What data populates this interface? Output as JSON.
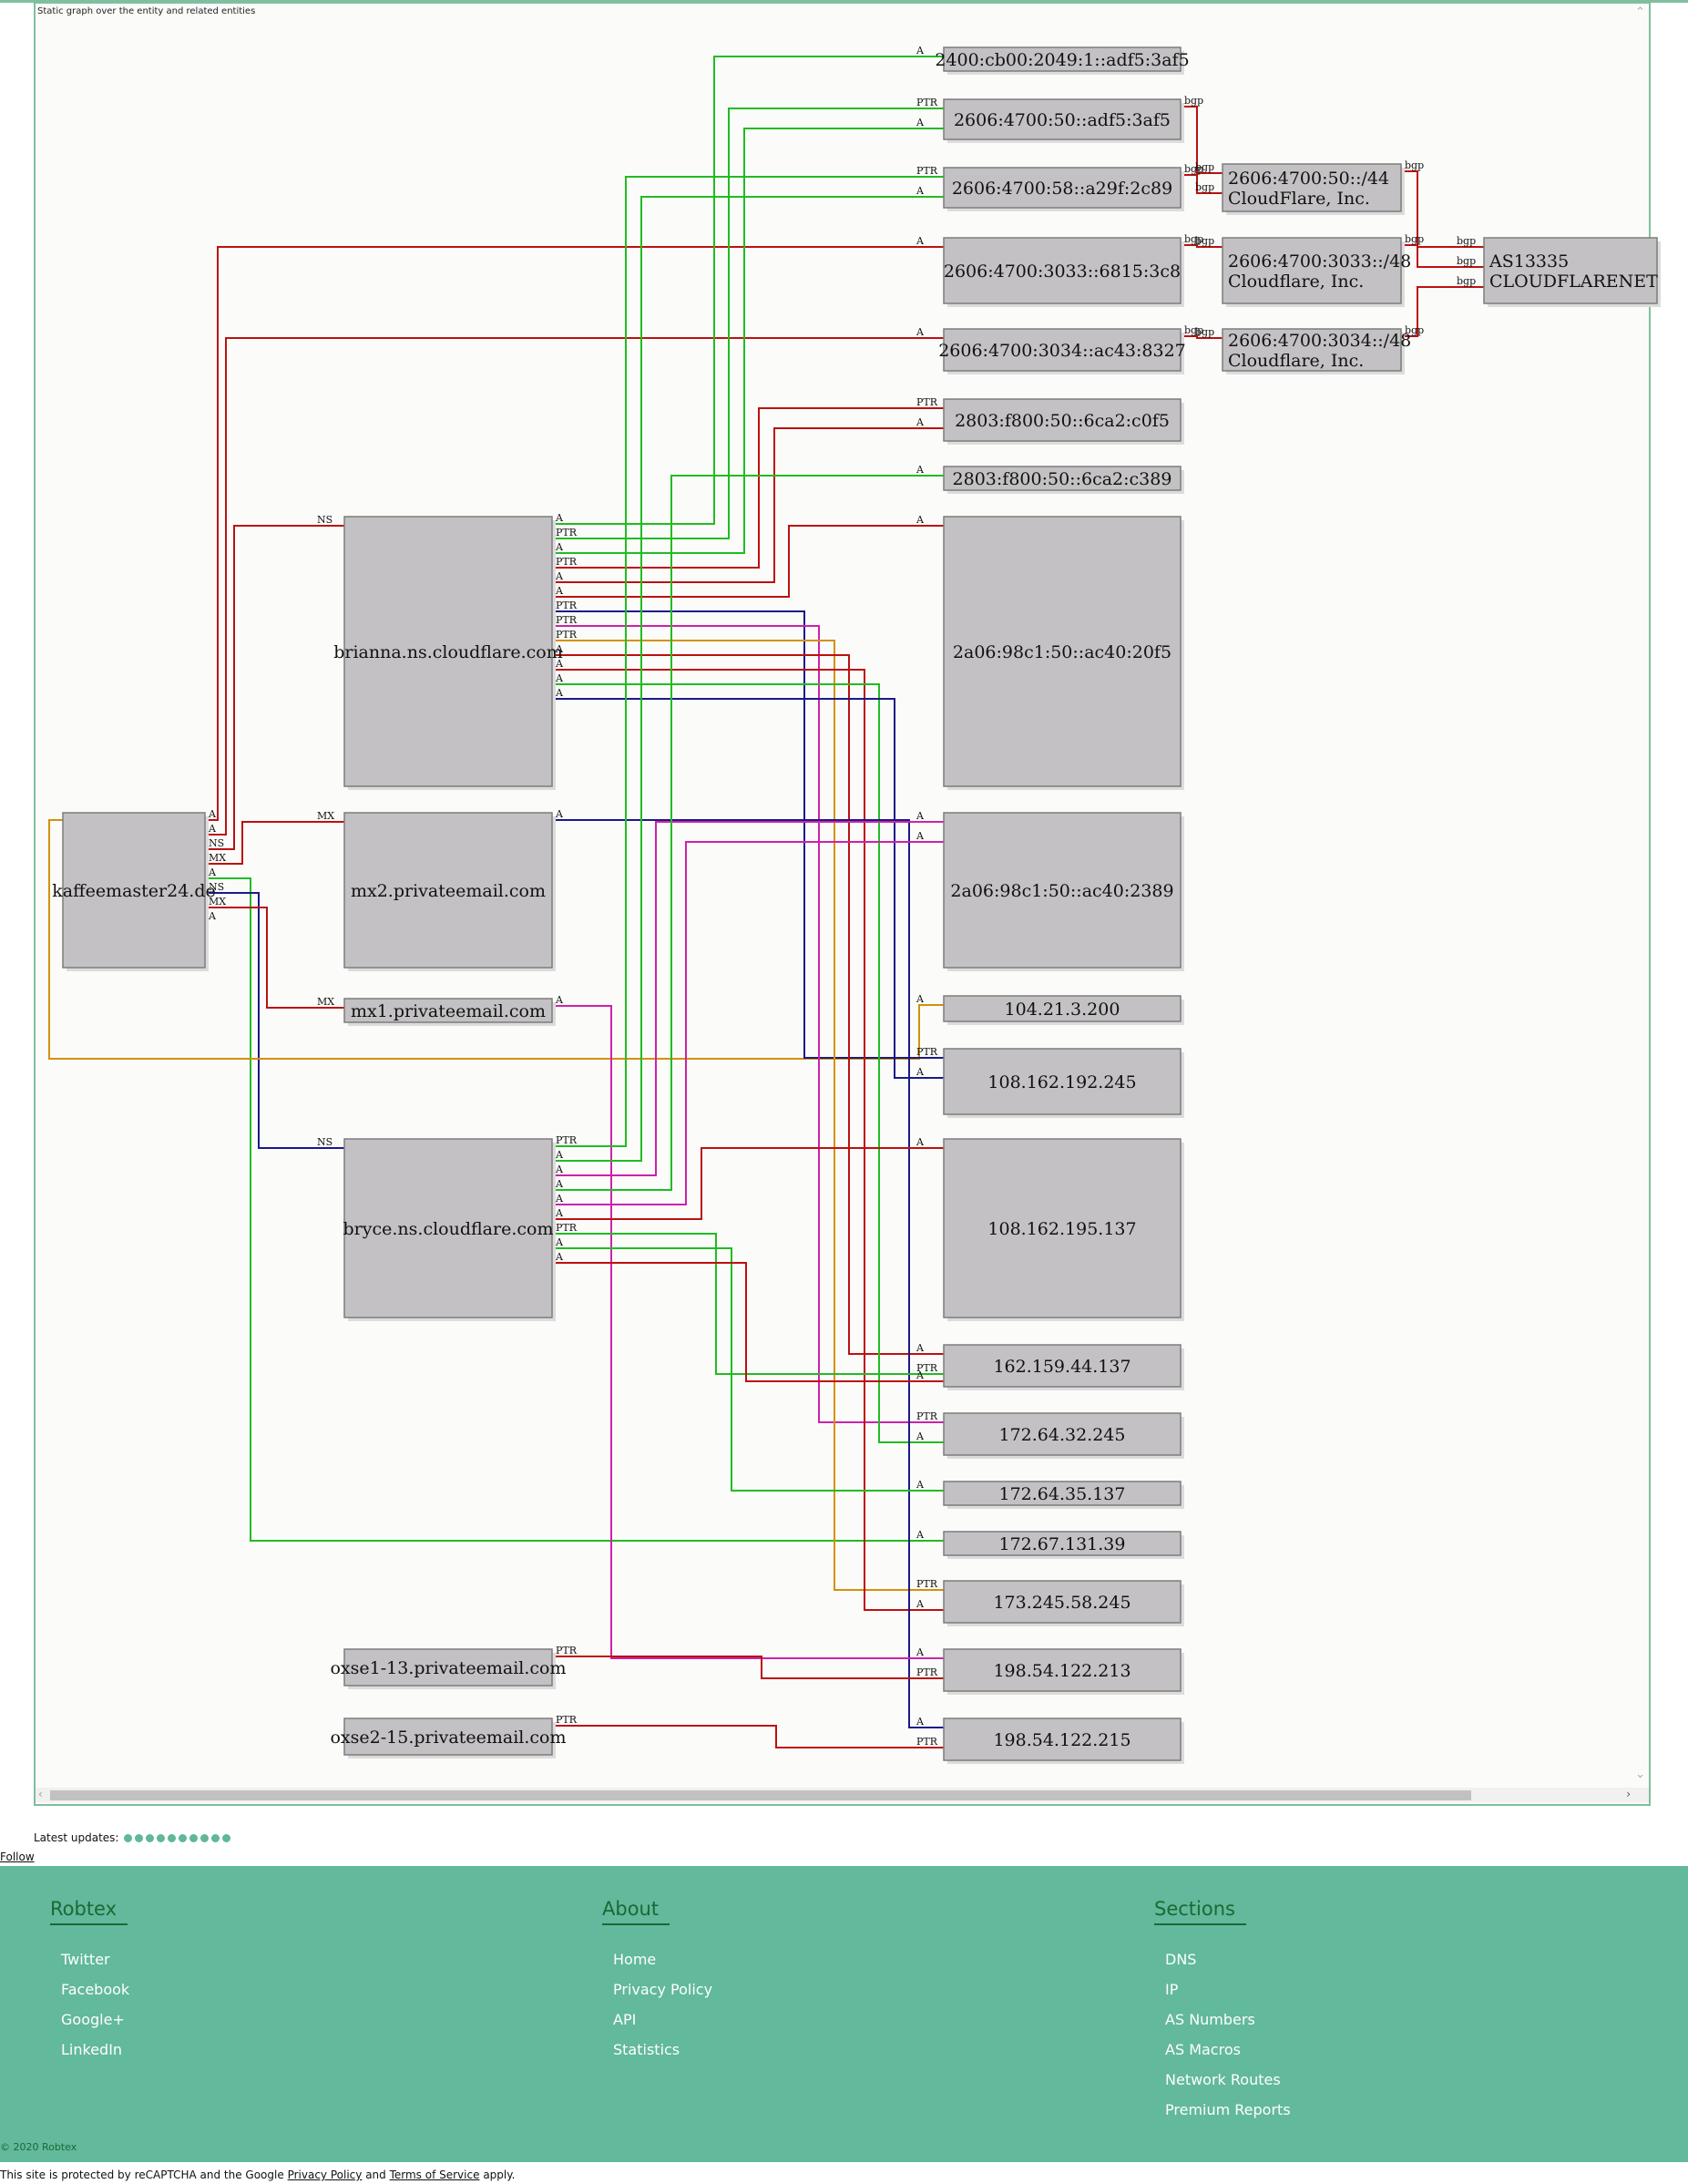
{
  "graph": {
    "caption": "Static graph over the entity and related entities",
    "colors": {
      "A": "#22bb22",
      "PTR": "#22bb22",
      "red": "#bb1111",
      "blue": "#1a1a88",
      "magenta": "#cc22aa",
      "orange": "#d4900a",
      "green": "#22bb22"
    },
    "nodes": [
      {
        "id": "kaffee",
        "label": "kaffeemaster24.de"
      },
      {
        "id": "brianna",
        "label": "brianna.ns.cloudflare.com"
      },
      {
        "id": "mx2",
        "label": "mx2.privateemail.com"
      },
      {
        "id": "mx1",
        "label": "mx1.privateemail.com"
      },
      {
        "id": "bryce",
        "label": "bryce.ns.cloudflare.com"
      },
      {
        "id": "oxse1",
        "label": "oxse1-13.privateemail.com"
      },
      {
        "id": "oxse2",
        "label": "oxse2-15.privateemail.com"
      },
      {
        "id": "ip1",
        "label": "2400:cb00:2049:1::adf5:3af5"
      },
      {
        "id": "ip2",
        "label": "2606:4700:50::adf5:3af5"
      },
      {
        "id": "ip3",
        "label": "2606:4700:58::a29f:2c89"
      },
      {
        "id": "ip4",
        "label": "2606:4700:3033::6815:3c8"
      },
      {
        "id": "ip5",
        "label": "2606:4700:3034::ac43:8327"
      },
      {
        "id": "ip6",
        "label": "2803:f800:50::6ca2:c0f5"
      },
      {
        "id": "ip7",
        "label": "2803:f800:50::6ca2:c389"
      },
      {
        "id": "ip8",
        "label": "2a06:98c1:50::ac40:20f5"
      },
      {
        "id": "ip9",
        "label": "2a06:98c1:50::ac40:2389"
      },
      {
        "id": "ip10",
        "label": "104.21.3.200"
      },
      {
        "id": "ip11",
        "label": "108.162.192.245"
      },
      {
        "id": "ip12",
        "label": "108.162.195.137"
      },
      {
        "id": "ip13",
        "label": "162.159.44.137"
      },
      {
        "id": "ip14",
        "label": "172.64.32.245"
      },
      {
        "id": "ip15",
        "label": "172.64.35.137"
      },
      {
        "id": "ip16",
        "label": "172.67.131.39"
      },
      {
        "id": "ip17",
        "label": "173.245.58.245"
      },
      {
        "id": "ip18",
        "label": "198.54.122.213"
      },
      {
        "id": "ip19",
        "label": "198.54.122.215"
      },
      {
        "id": "net1",
        "label": "2606:4700:50::/44\nCloudFlare, Inc."
      },
      {
        "id": "net2",
        "label": "2606:4700:3033::/48\nCloudflare, Inc."
      },
      {
        "id": "net3",
        "label": "2606:4700:3034::/48\nCloudflare, Inc."
      },
      {
        "id": "as",
        "label": "AS13335\nCLOUDFLARENET"
      }
    ],
    "edges": [
      {
        "from": "kaffee",
        "to": "ip4",
        "type": "A",
        "color": "red"
      },
      {
        "from": "kaffee",
        "to": "ip5",
        "type": "A",
        "color": "red"
      },
      {
        "from": "kaffee",
        "to": "brianna",
        "type": "NS",
        "color": "red"
      },
      {
        "from": "kaffee",
        "to": "mx2",
        "type": "MX",
        "color": "red"
      },
      {
        "from": "kaffee",
        "to": "ip16",
        "type": "A",
        "color": "green"
      },
      {
        "from": "kaffee",
        "to": "bryce",
        "type": "NS",
        "color": "blue"
      },
      {
        "from": "kaffee",
        "to": "mx1",
        "type": "MX",
        "color": "red"
      },
      {
        "from": "kaffee",
        "to": "ip10",
        "type": "A",
        "color": "orange"
      },
      {
        "from": "brianna",
        "to": "ip1",
        "type": "A",
        "color": "green"
      },
      {
        "from": "brianna",
        "to": "ip2",
        "type": "PTR",
        "color": "green"
      },
      {
        "from": "brianna",
        "to": "ip2",
        "type": "A",
        "color": "green"
      },
      {
        "from": "brianna",
        "to": "ip6",
        "type": "PTR",
        "color": "red"
      },
      {
        "from": "brianna",
        "to": "ip6",
        "type": "A",
        "color": "red"
      },
      {
        "from": "brianna",
        "to": "ip8",
        "type": "A",
        "color": "red"
      },
      {
        "from": "brianna",
        "to": "ip11",
        "type": "PTR",
        "color": "blue"
      },
      {
        "from": "brianna",
        "to": "ip14",
        "type": "PTR",
        "color": "magenta"
      },
      {
        "from": "brianna",
        "to": "ip17",
        "type": "PTR",
        "color": "orange"
      },
      {
        "from": "brianna",
        "to": "ip13",
        "type": "A",
        "color": "red"
      },
      {
        "from": "brianna",
        "to": "ip17",
        "type": "A",
        "color": "red"
      },
      {
        "from": "brianna",
        "to": "ip14",
        "type": "A",
        "color": "green"
      },
      {
        "from": "brianna",
        "to": "ip11",
        "type": "A",
        "color": "blue"
      },
      {
        "from": "mx2",
        "to": "ip19",
        "type": "A",
        "color": "blue"
      },
      {
        "from": "mx1",
        "to": "ip18",
        "type": "A",
        "color": "magenta"
      },
      {
        "from": "bryce",
        "to": "ip3",
        "type": "PTR",
        "color": "green"
      },
      {
        "from": "bryce",
        "to": "ip3",
        "type": "A",
        "color": "green"
      },
      {
        "from": "bryce",
        "to": "ip9",
        "type": "A",
        "color": "magenta"
      },
      {
        "from": "bryce",
        "to": "ip7",
        "type": "A",
        "color": "green"
      },
      {
        "from": "bryce",
        "to": "ip9",
        "type": "A",
        "color": "magenta"
      },
      {
        "from": "bryce",
        "to": "ip12",
        "type": "A",
        "color": "red"
      },
      {
        "from": "bryce",
        "to": "ip13",
        "type": "PTR",
        "color": "green"
      },
      {
        "from": "bryce",
        "to": "ip15",
        "type": "A",
        "color": "green"
      },
      {
        "from": "bryce",
        "to": "ip13",
        "type": "A",
        "color": "red"
      },
      {
        "from": "oxse1",
        "to": "ip18",
        "type": "PTR",
        "color": "red"
      },
      {
        "from": "oxse2",
        "to": "ip19",
        "type": "PTR",
        "color": "red"
      },
      {
        "from": "ip2",
        "to": "net1",
        "type": "bgp",
        "color": "red"
      },
      {
        "from": "ip3",
        "to": "net1",
        "type": "bgp",
        "color": "red"
      },
      {
        "from": "ip4",
        "to": "net2",
        "type": "bgp",
        "color": "red"
      },
      {
        "from": "ip5",
        "to": "net3",
        "type": "bgp",
        "color": "red"
      },
      {
        "from": "net1",
        "to": "as",
        "type": "bgp",
        "color": "red"
      },
      {
        "from": "net2",
        "to": "as",
        "type": "bgp",
        "color": "red"
      },
      {
        "from": "net3",
        "to": "as",
        "type": "bgp",
        "color": "red"
      }
    ]
  },
  "scroll": {
    "left_arrow": "‹",
    "right_arrow": "›",
    "up_arrow": "⌃",
    "down_arrow": "⌄"
  },
  "updates": {
    "label": "Latest updates:",
    "dot_count": 10
  },
  "follow": {
    "label": "Follow"
  },
  "footer": {
    "columns": [
      {
        "heading": "Robtex",
        "items": [
          "Twitter",
          "Facebook",
          "Google+",
          "LinkedIn"
        ]
      },
      {
        "heading": "About",
        "items": [
          "Home",
          "Privacy Policy",
          "API",
          "Statistics"
        ]
      },
      {
        "heading": "Sections",
        "items": [
          "DNS",
          "IP",
          "AS Numbers",
          "AS Macros",
          "Network Routes",
          "Premium Reports"
        ]
      }
    ],
    "copyright": "© 2020 Robtex",
    "recaptcha": {
      "prefix": "This site is protected by reCAPTCHA and the Google",
      "privacy": "Privacy Policy",
      "and": "and",
      "terms": "Terms of Service",
      "suffix": "apply."
    }
  }
}
